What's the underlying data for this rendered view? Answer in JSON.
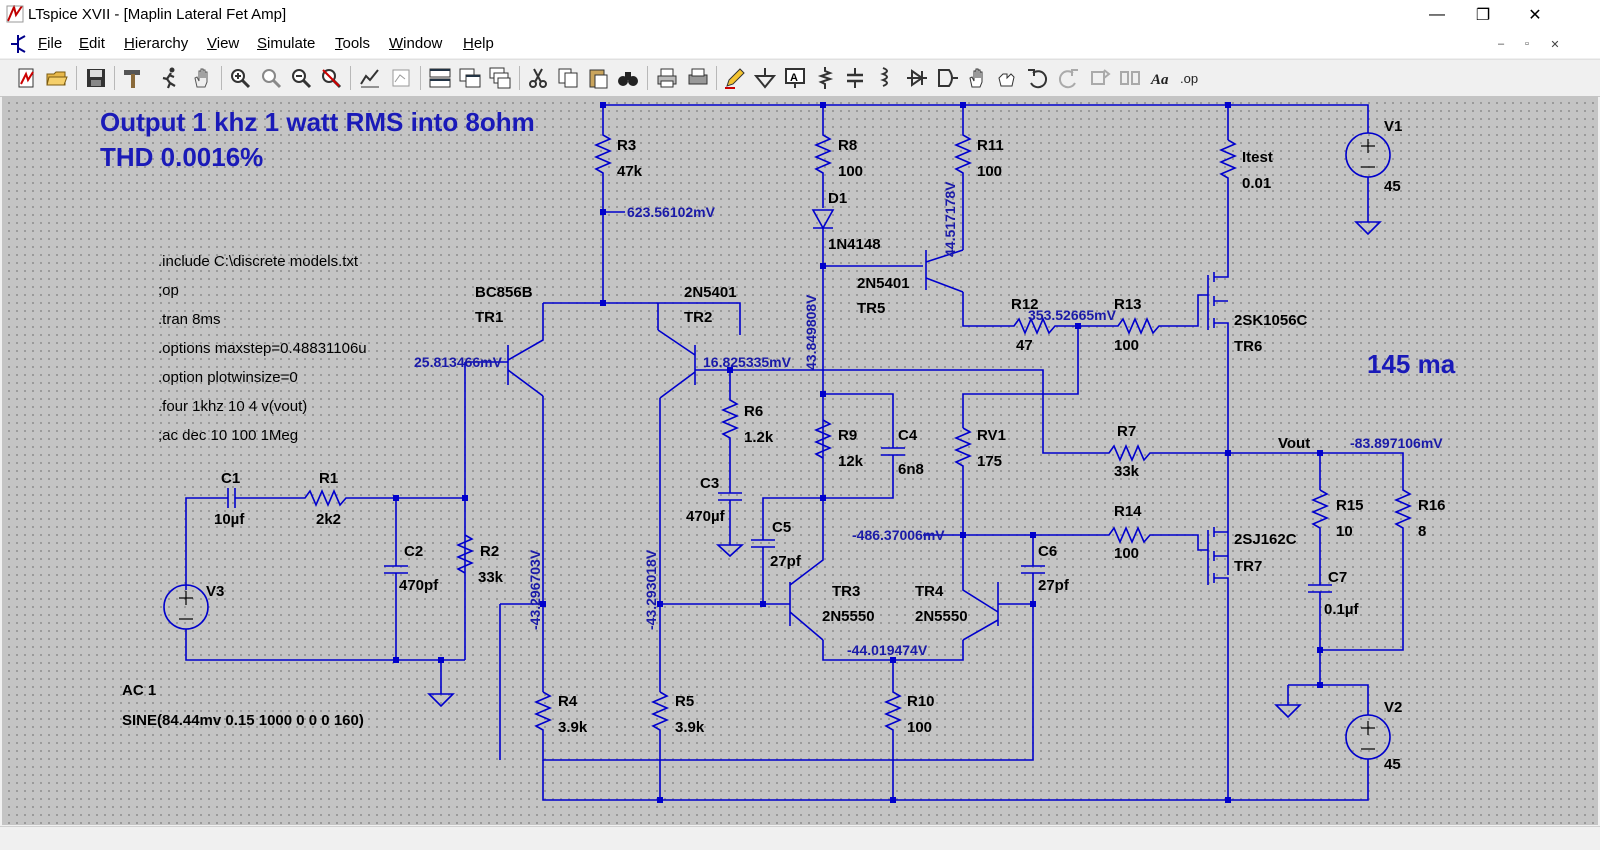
{
  "window": {
    "title": "LTspice XVII - [Maplin Lateral Fet Amp]",
    "minimize": "—",
    "maximize": "❐",
    "close": "✕"
  },
  "menu": {
    "items": [
      {
        "underline": "F",
        "rest": "ile"
      },
      {
        "underline": "E",
        "rest": "dit"
      },
      {
        "underline": "H",
        "rest": "ierarchy"
      },
      {
        "underline": "V",
        "rest": "iew"
      },
      {
        "underline": "S",
        "rest": "imulate"
      },
      {
        "underline": "T",
        "rest": "ools"
      },
      {
        "underline": "W",
        "rest": "indow"
      },
      {
        "underline": "H",
        "rest": "elp"
      }
    ],
    "mdi_minimize": "–",
    "mdi_restore": "▫",
    "mdi_close": "✕"
  },
  "toolbar": {
    "font_tool": "Aa",
    "op_tool": ".op"
  },
  "schematic": {
    "headline_1": "Output 1 khz 1 watt RMS into 8ohm",
    "headline_2": "THD 0.0016%",
    "current_note": "145 ma",
    "directives": [
      ".include C:\\discrete models.txt",
      ";op",
      ".tran 8ms",
      ".options maxstep=0.48831106u",
      ".option plotwinsize=0",
      ".four 1khz 10 4 v(vout)",
      ";ac dec 10 100 1Meg"
    ],
    "source_ac": "AC 1",
    "source_sine": "SINE(84.44mv 0.15 1000 0 0 0 160)",
    "components": {
      "R3": {
        "name": "R3",
        "value": "47k"
      },
      "R8": {
        "name": "R8",
        "value": "100"
      },
      "D1": {
        "name": "D1",
        "value": "1N4148"
      },
      "R11": {
        "name": "R11",
        "value": "100"
      },
      "Itest": {
        "name": "Itest",
        "value": "0.01"
      },
      "V1": {
        "name": "V1",
        "value": "45"
      },
      "TR1": {
        "name": "TR1",
        "value": "BC856B"
      },
      "TR2": {
        "name": "TR2",
        "value": "2N5401"
      },
      "TR5": {
        "name": "TR5",
        "value": "2N5401"
      },
      "R12": {
        "name": "R12",
        "value": "47"
      },
      "R13": {
        "name": "R13",
        "value": "100"
      },
      "TR6": {
        "name": "TR6",
        "value": "2SK1056C"
      },
      "R6": {
        "name": "R6",
        "value": "1.2k"
      },
      "R9": {
        "name": "R9",
        "value": "12k"
      },
      "C4": {
        "name": "C4",
        "value": "6n8"
      },
      "RV1": {
        "name": "RV1",
        "value": "175"
      },
      "R7": {
        "name": "R7",
        "value": "33k"
      },
      "C1": {
        "name": "C1",
        "value": "10µf"
      },
      "R1": {
        "name": "R1",
        "value": "2k2"
      },
      "C3": {
        "name": "C3",
        "value": "470µf"
      },
      "C2": {
        "name": "C2",
        "value": "470pf"
      },
      "R2": {
        "name": "R2",
        "value": "33k"
      },
      "C5": {
        "name": "C5",
        "value": "27pf"
      },
      "C6": {
        "name": "C6",
        "value": "27pf"
      },
      "R14": {
        "name": "R14",
        "value": "100"
      },
      "TR7": {
        "name": "TR7",
        "value": "2SJ162C"
      },
      "R15": {
        "name": "R15",
        "value": "10"
      },
      "R16": {
        "name": "R16",
        "value": "8"
      },
      "C7": {
        "name": "C7",
        "value": "0.1µf"
      },
      "V3": {
        "name": "V3",
        "value": ""
      },
      "TR3": {
        "name": "TR3",
        "value": "2N5550"
      },
      "TR4": {
        "name": "TR4",
        "value": "2N5550"
      },
      "R4": {
        "name": "R4",
        "value": "3.9k"
      },
      "R5": {
        "name": "R5",
        "value": "3.9k"
      },
      "R10": {
        "name": "R10",
        "value": "100"
      },
      "V2": {
        "name": "V2",
        "value": "45"
      }
    },
    "net_label_vout": "Vout",
    "node_voltages": {
      "r3_node": "623.56102mV",
      "tr5_base": "44.517178V",
      "d1_cathode": "43.849808V",
      "r12_r13": "353.52665mV",
      "tr1_base": "25.813466mV",
      "tr2_base": "16.825335mV",
      "vout": "-83.897106mV",
      "rv1_bottom": "-486.37006mV",
      "tr1_collector": "-43.296703V",
      "tr2_collector": "-43.293018V",
      "tr3_emitter": "-44.019474V"
    }
  },
  "colors": {
    "wire": "#0000cc",
    "label": "#1a1aa8",
    "canvas": "#c4c4c4"
  }
}
